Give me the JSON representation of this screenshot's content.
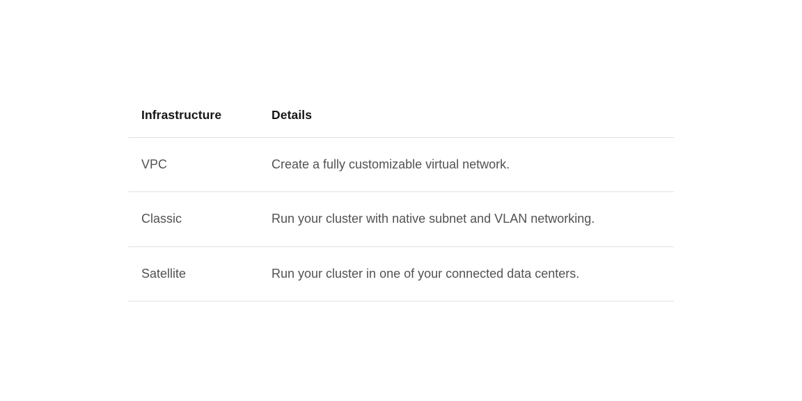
{
  "page": {
    "background_color": "#ffffff",
    "divider_color": "#e0e0e0",
    "header_text_color": "#161616",
    "body_text_color": "#525252"
  },
  "table": {
    "name": "infrastructure-options-table",
    "columns": [
      {
        "key": "infrastructure",
        "label": "Infrastructure"
      },
      {
        "key": "details",
        "label": "Details"
      }
    ],
    "rows": [
      {
        "infrastructure": "VPC",
        "details": "Create a fully customizable virtual network."
      },
      {
        "infrastructure": "Classic",
        "details": "Run your cluster with native subnet and VLAN networking."
      },
      {
        "infrastructure": "Satellite",
        "details": "Run your cluster in one of your connected data centers."
      }
    ]
  }
}
